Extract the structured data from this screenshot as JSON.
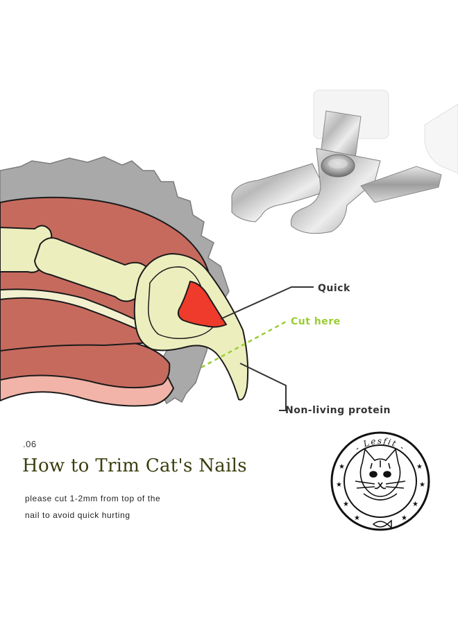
{
  "labels": {
    "quick": "Quick",
    "cut_here": "Cut here",
    "non_living": "Non-living protein"
  },
  "info": {
    "step": ".06",
    "title": "How to Trim Cat's Nails",
    "desc_line1": "please cut 1-2mm from top of the",
    "desc_line2": "nail to avoid quick hurting"
  },
  "logo": {
    "brand": "Lesfit"
  },
  "colors": {
    "cut_here": "#9acd32",
    "label_text": "#333333",
    "title": "#3a3d0c",
    "quick": "#ef3b2c",
    "fur": "#a9a9a9",
    "tissue": "#c76a5e",
    "bone": "#eceebe"
  }
}
